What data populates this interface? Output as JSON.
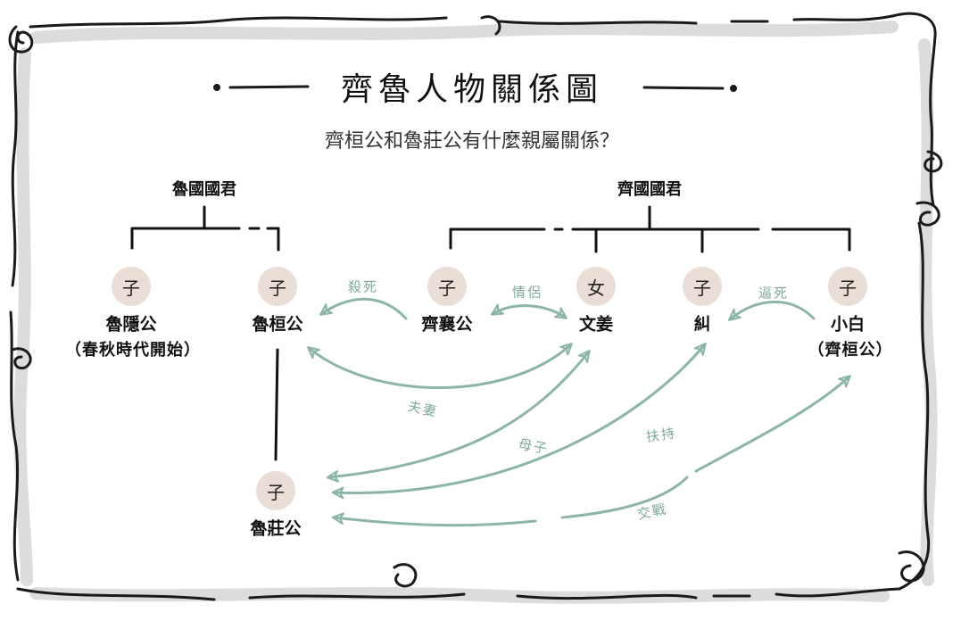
{
  "title": "齊魯人物關係圖",
  "subtitle": "齊桓公和魯莊公有什麼親屬關係？",
  "rulers": {
    "lu": "魯國國君",
    "qi": "齊國國君"
  },
  "people": {
    "yin": {
      "badge": "子",
      "name": "魯隱公",
      "sub": "（春秋時代開始）"
    },
    "huan": {
      "badge": "子",
      "name": "魯桓公"
    },
    "xiang": {
      "badge": "子",
      "name": "齊襄公"
    },
    "wenjiang": {
      "badge": "女",
      "name": "文姜"
    },
    "jiu": {
      "badge": "子",
      "name": "糾"
    },
    "xiaobai": {
      "badge": "子",
      "name": "小白",
      "sub": "（齊桓公）"
    },
    "zhuang": {
      "badge": "子",
      "name": "魯莊公"
    }
  },
  "relations": {
    "kill": "殺死",
    "lovers": "情侶",
    "force_death": "逼死",
    "spouse": "夫妻",
    "mother_son": "母子",
    "support": "扶持",
    "war": "交戰"
  },
  "colors": {
    "arrow": "#8db5a7",
    "line": "#111111",
    "badge": "#e9ddd6",
    "border_shadow": "#d9d9d9"
  }
}
